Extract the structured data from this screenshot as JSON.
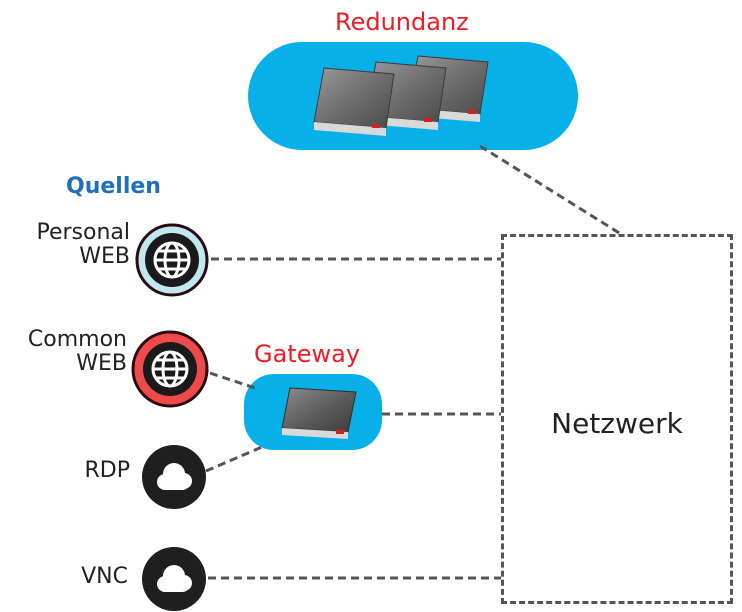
{
  "redundancy": {
    "label": "Redundanz"
  },
  "sources": {
    "heading": "Quellen",
    "items": [
      {
        "line1": "Personal",
        "line2": "WEB",
        "icon": "globe-icon",
        "ring_color": "#2b0a10",
        "fill_color": "#bfe9ef"
      },
      {
        "line1": "Common",
        "line2": "WEB",
        "icon": "globe-icon",
        "ring_color": "#2b0a10",
        "fill_color": "#ef4a4a"
      },
      {
        "line1": "RDP",
        "line2": "",
        "icon": "cloud-icon",
        "fill_color": "#1f1f1f"
      },
      {
        "line1": "VNC",
        "line2": "",
        "icon": "cloud-icon",
        "fill_color": "#1f1f1f"
      }
    ]
  },
  "gateway": {
    "label": "Gateway"
  },
  "network": {
    "label": "Netzwerk"
  },
  "colors": {
    "accent_red": "#ee1c24",
    "heading_blue": "#1f6fbf",
    "pill_blue": "#08b0ea",
    "connector": "#555555"
  }
}
